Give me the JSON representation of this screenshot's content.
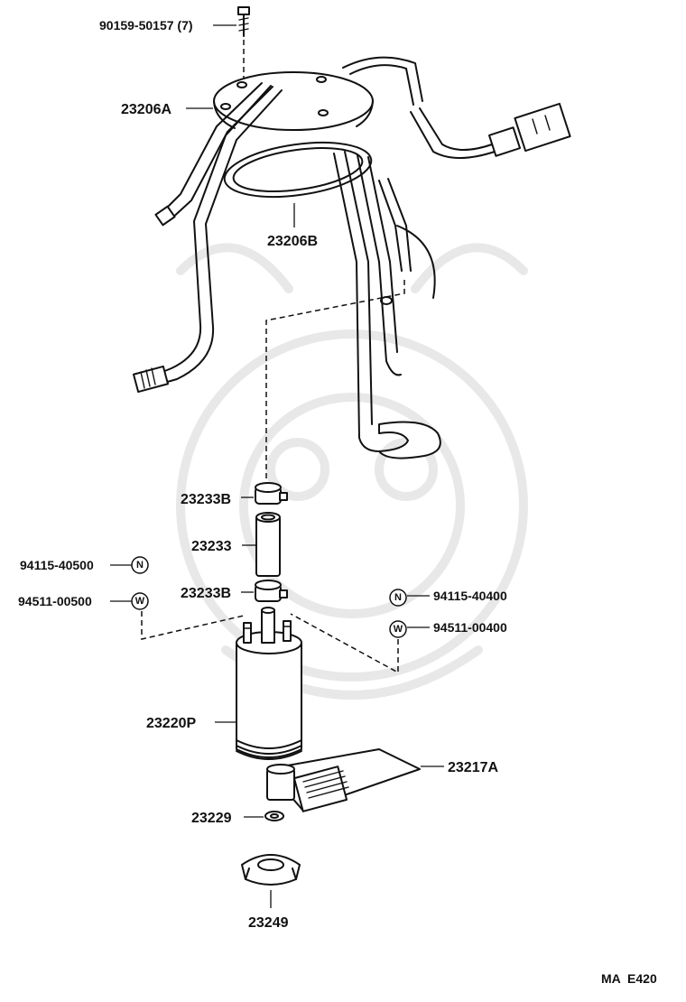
{
  "parts": {
    "bolt": "90159-50157 (7)",
    "pump_bracket": "23206A",
    "gasket": "23206B",
    "clamp_upper": "23233B",
    "hose": "23233",
    "clamp_lower": "23233B",
    "nut_left": "94115-40500",
    "washer_left": "94511-00500",
    "nut_right": "94115-40400",
    "washer_right": "94511-00400",
    "fuel_pump": "23220P",
    "filter": "23217A",
    "cushion": "23229",
    "retainer": "23249"
  },
  "symbols": {
    "nut": "N",
    "washer": "W"
  },
  "footer": {
    "code": "MA  E420"
  }
}
